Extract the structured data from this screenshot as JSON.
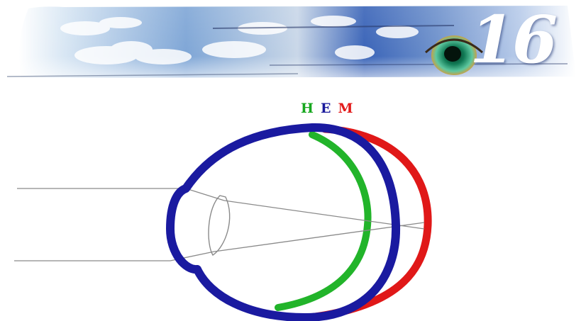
{
  "banner": {
    "chapter_number": "16",
    "icon": "eye-with-sky-banner"
  },
  "legend": {
    "items": [
      {
        "label": "H",
        "color": "#16a71e"
      },
      {
        "label": "E",
        "color": "#1a1a9c"
      },
      {
        "label": "M",
        "color": "#e21a1a"
      }
    ]
  },
  "colors": {
    "eyeball_outline": "#1a1aa0",
    "hyperopia_retina": "#22b42a",
    "myopia_retina": "#e01818",
    "light_ray": "#8a8a8a",
    "lens": "#8a8a8a"
  }
}
